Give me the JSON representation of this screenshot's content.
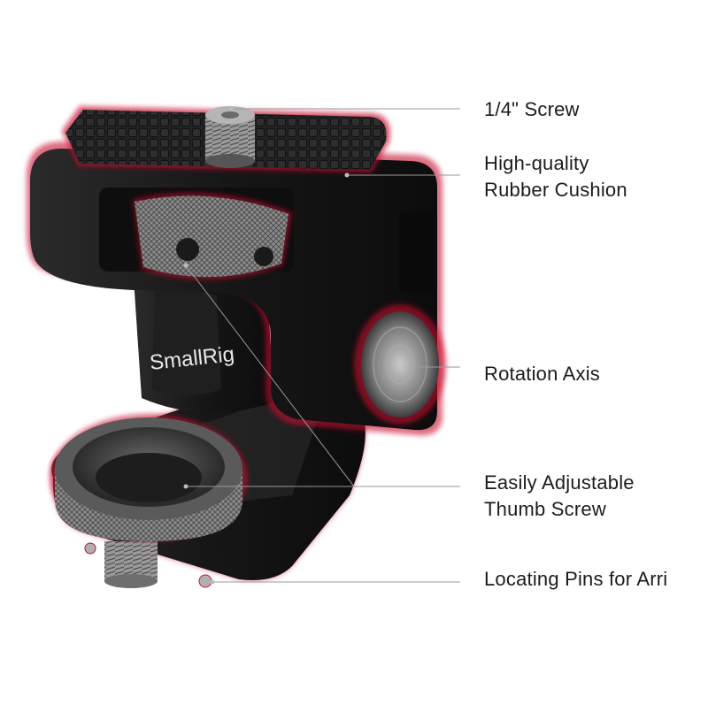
{
  "callouts": {
    "screw": "1/4\" Screw",
    "cushion": "High-quality\nRubber Cushion",
    "rotation_axis": "Rotation Axis",
    "thumb_screw": "Easily Adjustable\nThumb Screw",
    "locating_pins": "Locating Pins for Arri"
  },
  "product": {
    "brand": "SmallRig"
  },
  "colors": {
    "accent_glow": "#c8102e",
    "body": "#1a1a1a",
    "metal": "#8a8a8a",
    "leader_line": "#9a9a9a"
  }
}
